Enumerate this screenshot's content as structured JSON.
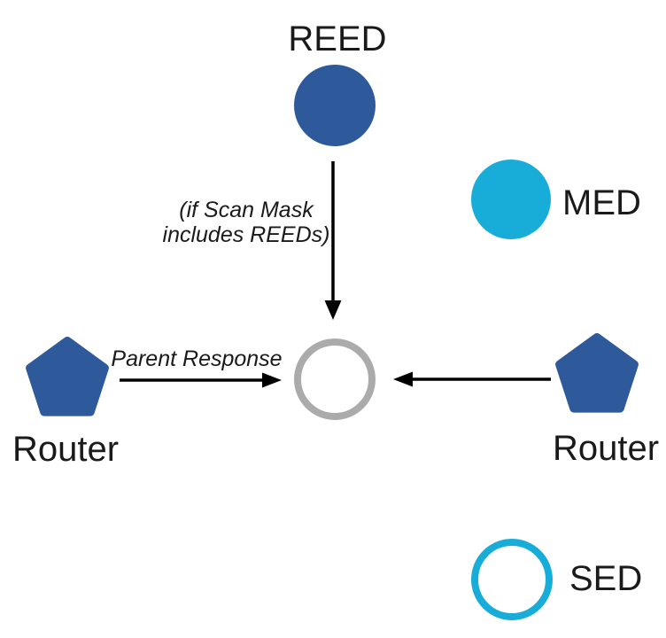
{
  "diagram": {
    "reed": {
      "label": "REED"
    },
    "med": {
      "label": "MED"
    },
    "sed": {
      "label": "SED"
    },
    "router_left": {
      "label": "Router"
    },
    "router_right": {
      "label": "Router"
    },
    "scan_mask_note": {
      "line1": "(if Scan Mask",
      "line2": "includes REEDs)"
    },
    "parent_response": {
      "label": "Parent Response"
    },
    "colors": {
      "device_blue": "#2E5A9B",
      "device_cyan": "#18ACD8",
      "parent_gray": "#ABABAB",
      "arrow_black": "#000000",
      "background": "#FFFFFF"
    }
  }
}
